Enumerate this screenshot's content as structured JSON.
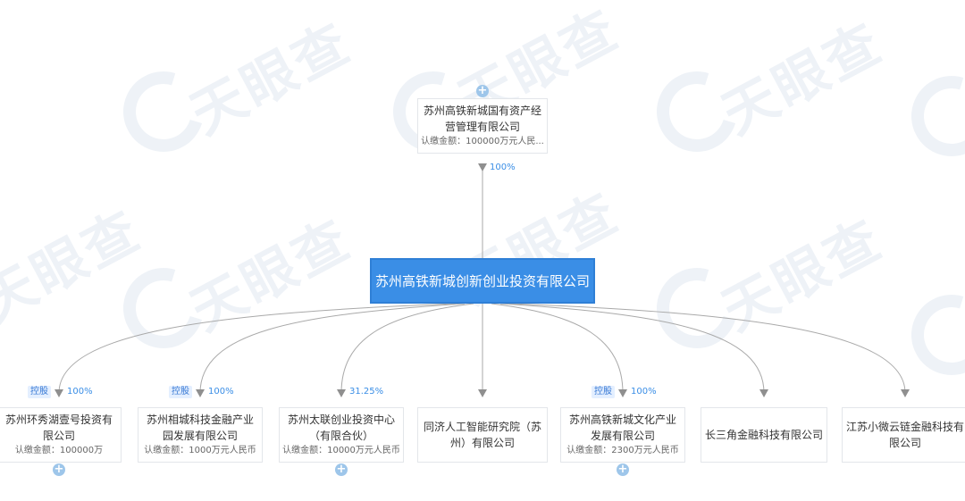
{
  "watermark": {
    "text": "天眼查"
  },
  "parent": {
    "name": "苏州高铁新城国有资产经营管理有限公司",
    "amount": "认缴金额：100000万元人民...",
    "percent": "100%"
  },
  "center": {
    "name": "苏州高铁新城创新创业投资有限公司"
  },
  "children": [
    {
      "name": "苏州环秀湖壹号投资有限公司",
      "amount": "认缴金额：100000万",
      "tag": "控股",
      "percent": "100%"
    },
    {
      "name": "苏州相城科技金融产业园发展有限公司",
      "amount": "认缴金额：1000万元人民币",
      "tag": "控股",
      "percent": "100%"
    },
    {
      "name": "苏州太联创业投资中心（有限合伙）",
      "amount": "认缴金额：10000万元人民币",
      "tag": "",
      "percent": "31.25%"
    },
    {
      "name": "同济人工智能研究院（苏州）有限公司",
      "amount": "",
      "tag": "",
      "percent": ""
    },
    {
      "name": "苏州高铁新城文化产业发展有限公司",
      "amount": "认缴金额：2300万元人民币",
      "tag": "控股",
      "percent": "100%"
    },
    {
      "name": "长三角金融科技有限公司",
      "amount": "",
      "tag": "",
      "percent": ""
    },
    {
      "name": "江苏小微云链金融科技有限公司",
      "amount": "",
      "tag": "",
      "percent": ""
    }
  ],
  "expand_icon": "plus-circle-icon",
  "colors": {
    "accent": "#3a8ee6",
    "edge": "#aaaaaa",
    "node_border": "#e3e6ea"
  }
}
